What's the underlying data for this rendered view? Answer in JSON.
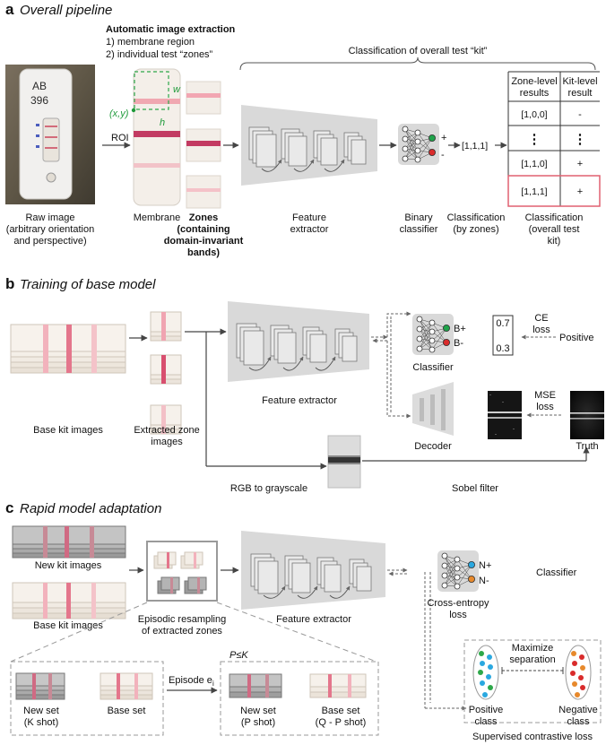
{
  "colors": {
    "accent_red": "#e04a56",
    "dashed_green": "#2ea84a",
    "node_green": "#1fa34a",
    "node_red": "#d92b2b",
    "node_blue": "#2aa8e0",
    "node_orange": "#e7892c",
    "highlight_box": "#e06070",
    "panel_gray": "#d9d9d9"
  },
  "panel_a": {
    "letter": "a",
    "title": "Overall pipeline",
    "auto_title": "Automatic image extraction",
    "auto_item1": "1) membrane region",
    "auto_item2": "2) individual test “zones”",
    "classification_header": "Classification of overall test “kit”",
    "roi": "ROI",
    "coord": "(x,y)",
    "w": "w",
    "h": "h",
    "kit_handwriting": [
      "AB",
      "396"
    ],
    "raw_label": [
      "Raw image",
      "(arbitrary orientation",
      "and perspective)"
    ],
    "membrane_label": "Membrane",
    "zones_label": [
      "Zones",
      "(containing",
      "domain-invariant",
      "bands)"
    ],
    "feature_label": [
      "Feature",
      "extractor"
    ],
    "binary_label": [
      "Binary",
      "classifier"
    ],
    "plus": "+",
    "minus": "-",
    "result_vector": "[1,1,1]",
    "class_zones_label": [
      "Classification",
      "(by zones)"
    ],
    "class_kit_label": [
      "Classification",
      "(overall test",
      "kit)"
    ],
    "table": {
      "headers": [
        [
          "Zone-level",
          "results"
        ],
        [
          "Kit-level",
          "result"
        ]
      ],
      "rows": [
        [
          "[1,0,0]",
          "-"
        ],
        [
          "⋮",
          "⋮"
        ],
        [
          "[1,1,0]",
          "+"
        ],
        [
          "[1,1,1]",
          "+"
        ]
      ]
    }
  },
  "panel_b": {
    "letter": "b",
    "title": "Training of base model",
    "base_kit_label": "Base kit images",
    "extracted_label": [
      "Extracted zone",
      "images"
    ],
    "feature_label": "Feature extractor",
    "classifier_label": "Classifier",
    "b_plus": "B+",
    "b_minus": "B-",
    "prob_top": "0.7",
    "prob_bottom": "0.3",
    "ce_loss": [
      "CE",
      "loss"
    ],
    "positive": "Positive",
    "decoder_label": "Decoder",
    "mse_loss": [
      "MSE",
      "loss"
    ],
    "truth_label": "Truth",
    "rgb_label": "RGB to grayscale",
    "sobel_label": "Sobel filter"
  },
  "panel_c": {
    "letter": "c",
    "title": "Rapid model adaptation",
    "new_kit_label": "New kit images",
    "base_kit_label": "Base kit images",
    "episodic_label": [
      "Episodic resampling",
      "of extracted zones"
    ],
    "feature_label": "Feature extractor",
    "n_plus": "N+",
    "n_minus": "N-",
    "classifier_label": "Classifier",
    "ce_loss": [
      "Cross-entropy",
      "loss"
    ],
    "maximize": [
      "Maximize",
      "separation"
    ],
    "positive_class": [
      "Positive",
      "class"
    ],
    "negative_class": [
      "Negative",
      "class"
    ],
    "supcon_label": "Supervised contrastive loss",
    "p_le_k": "P≤K",
    "episode": "Episode e",
    "episode_sub": "i",
    "new_set_k": [
      "New set",
      "(K shot)"
    ],
    "base_set": "Base set",
    "new_set_p": [
      "New set",
      "(P shot)"
    ],
    "base_set_q": [
      "Base set",
      "(Q - P shot)"
    ]
  }
}
